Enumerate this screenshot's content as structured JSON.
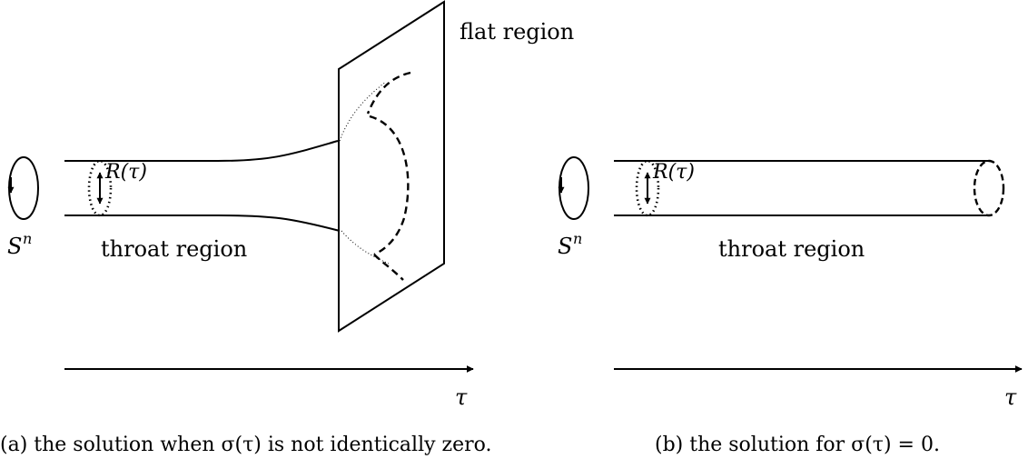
{
  "panel_a": {
    "sphere_label": "S",
    "sphere_exponent": "n",
    "radius_label": "R(τ)",
    "throat_label": "throat region",
    "flat_label": "flat region",
    "axis_label": "τ",
    "caption": "(a) the solution when σ(τ) is not identically zero."
  },
  "panel_b": {
    "sphere_label": "S",
    "sphere_exponent": "n",
    "radius_label": "R(τ)",
    "throat_label": "throat region",
    "axis_label": "τ",
    "caption": "(b) the solution for σ(τ) = 0."
  }
}
